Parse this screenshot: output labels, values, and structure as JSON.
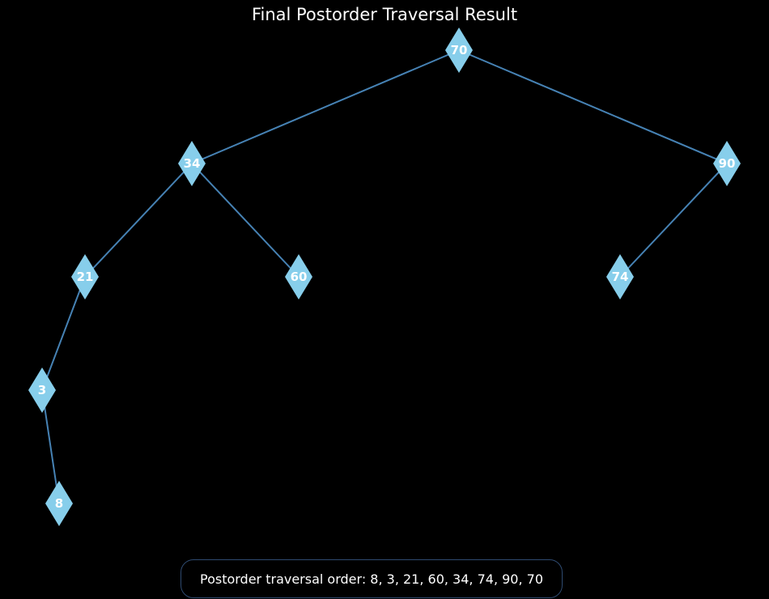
{
  "title": "Final Postorder Traversal Result",
  "colors": {
    "background": "#000000",
    "node_fill": "#87ceeb",
    "edge": "#4682b4",
    "label": "#ffffff",
    "box_border": "#2e4a70"
  },
  "tree": {
    "nodes": [
      {
        "id": "n70",
        "label": "70"
      },
      {
        "id": "n34",
        "label": "34"
      },
      {
        "id": "n90",
        "label": "90"
      },
      {
        "id": "n21",
        "label": "21"
      },
      {
        "id": "n60",
        "label": "60"
      },
      {
        "id": "n74",
        "label": "74"
      },
      {
        "id": "n3",
        "label": "3"
      },
      {
        "id": "n8",
        "label": "8"
      }
    ],
    "edges": [
      {
        "from": "n70",
        "to": "n34"
      },
      {
        "from": "n70",
        "to": "n90"
      },
      {
        "from": "n34",
        "to": "n21"
      },
      {
        "from": "n34",
        "to": "n60"
      },
      {
        "from": "n90",
        "to": "n74"
      },
      {
        "from": "n21",
        "to": "n3"
      },
      {
        "from": "n3",
        "to": "n8"
      }
    ]
  },
  "traversal_text": "Postorder traversal order: 8, 3, 21, 60, 34, 74, 90, 70"
}
